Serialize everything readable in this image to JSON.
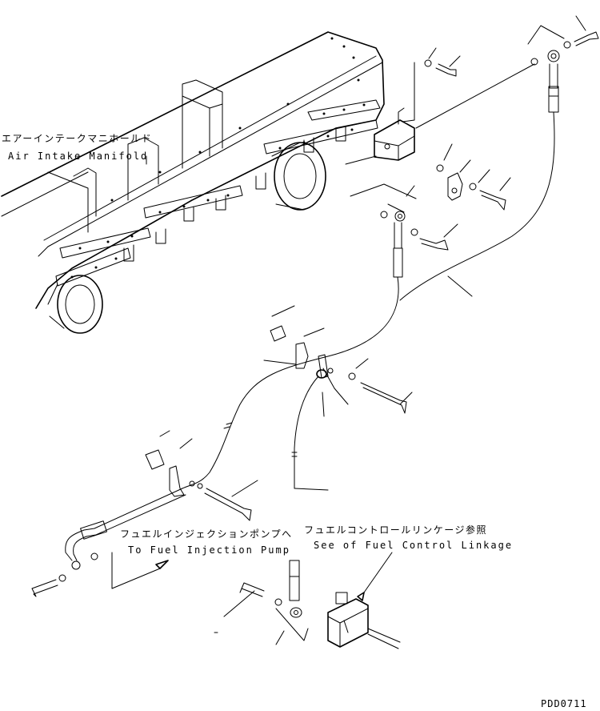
{
  "labels": {
    "manifold_jp": "エアーインテークマニホールド",
    "manifold_en": "Air Intake Manifold",
    "pump_jp": "フュエルインジェクションポンプへ",
    "pump_en": "To Fuel Injection Pump",
    "linkage_jp": "フュエルコントロールリンケージ参照",
    "linkage_en": "See of Fuel Control Linkage",
    "drawing_code": "PDD0711"
  }
}
